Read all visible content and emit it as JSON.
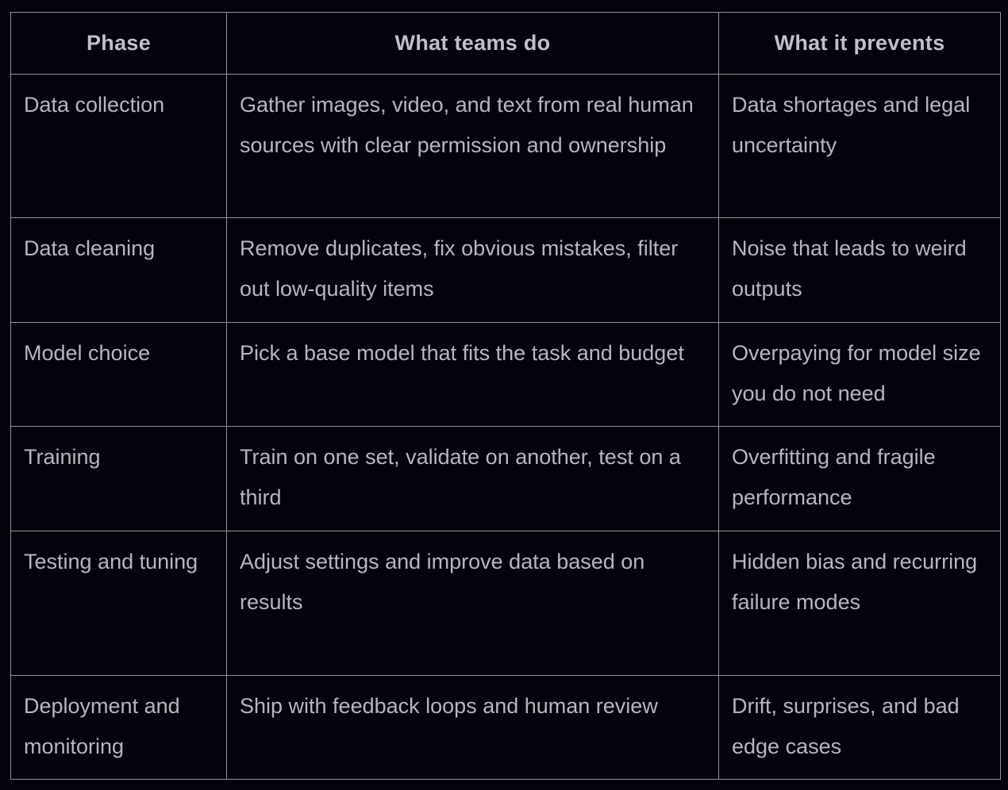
{
  "page": {
    "background_color": "#04020b",
    "border_color": "#94919d",
    "body_text_color": "#b8b5c1",
    "header_text_color": "#c2bfca"
  },
  "table": {
    "columns": [
      {
        "label": "Phase"
      },
      {
        "label": "What teams do"
      },
      {
        "label": "What it prevents"
      }
    ],
    "rows": [
      {
        "phase": "Data collection",
        "what_teams_do": "Gather images, video, and text from real human sources with clear permission and ownership",
        "what_it_prevents": "Data shortages and legal uncertainty"
      },
      {
        "phase": "Data cleaning",
        "what_teams_do": "Remove duplicates, fix obvious mistakes, filter out low-quality items",
        "what_it_prevents": "Noise that leads to weird outputs"
      },
      {
        "phase": "Model choice",
        "what_teams_do": "Pick a base model that fits the task and budget",
        "what_it_prevents": "Overpaying for model size you do not need"
      },
      {
        "phase": "Training",
        "what_teams_do": "Train on one set, validate on another, test on a third",
        "what_it_prevents": "Overfitting and fragile performance"
      },
      {
        "phase": "Testing and tuning",
        "what_teams_do": "Adjust settings and improve data based on results",
        "what_it_prevents": "Hidden bias and recurring failure modes"
      },
      {
        "phase": "Deployment and monitoring",
        "what_teams_do": "Ship with feedback loops and human review",
        "what_it_prevents": "Drift, surprises, and bad edge cases"
      }
    ]
  }
}
